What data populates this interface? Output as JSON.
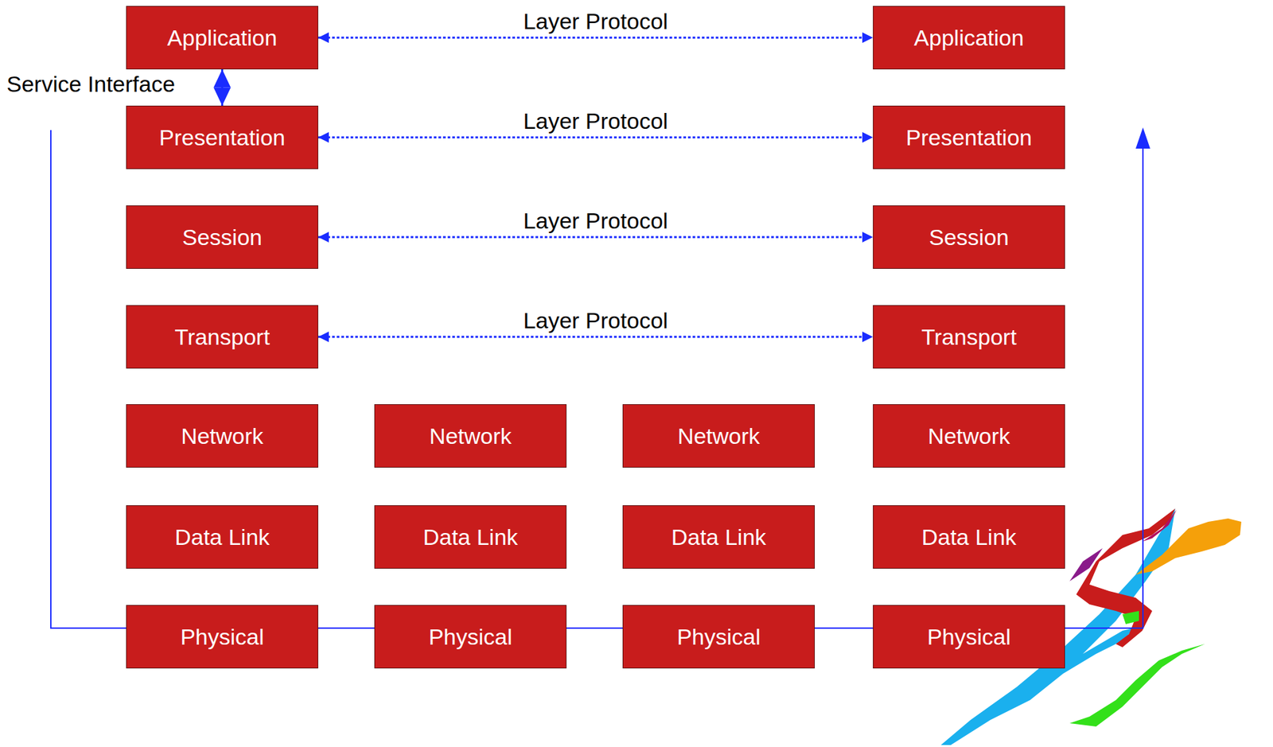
{
  "diagram": {
    "nodes": [
      {
        "text": [
          "Application"
        ]
      },
      {
        "text": [
          "Application"
        ]
      },
      {
        "text": [
          "Presentation"
        ]
      },
      {
        "text": [
          "Presentation"
        ]
      },
      {
        "text": [
          "Session"
        ]
      },
      {
        "text": [
          "Session"
        ]
      },
      {
        "text": [
          "Transport"
        ]
      },
      {
        "text": [
          "Transport"
        ]
      },
      {
        "text": [
          "Network"
        ]
      },
      {
        "text": [
          "Network"
        ]
      },
      {
        "text": [
          "Network"
        ]
      },
      {
        "text": [
          "Network"
        ]
      },
      {
        "text": [
          "Data Link"
        ]
      },
      {
        "text": [
          "Data Link"
        ]
      },
      {
        "text": [
          "Data Link"
        ]
      },
      {
        "text": [
          "Data Link"
        ]
      },
      {
        "text": [
          "Physical"
        ]
      },
      {
        "text": [
          "Physical"
        ]
      },
      {
        "text": [
          "Physical"
        ]
      },
      {
        "text": [
          "Physical"
        ]
      }
    ],
    "edges": [
      {
        "from": 0,
        "to": 1,
        "label": "Layer Protocol",
        "arrow": "both"
      },
      {
        "from": 2,
        "to": 3,
        "label": "Layer Protocol",
        "arrow": "both"
      },
      {
        "from": 4,
        "to": 5,
        "label": "Layer Protocol",
        "arrow": "both"
      },
      {
        "from": 6,
        "to": 7,
        "label": "Layer Protocol",
        "arrow": "both"
      },
      {
        "from": 0,
        "to": 2,
        "arrow": "both"
      }
    ],
    "labels": [
      "Service Interface"
    ]
  }
}
